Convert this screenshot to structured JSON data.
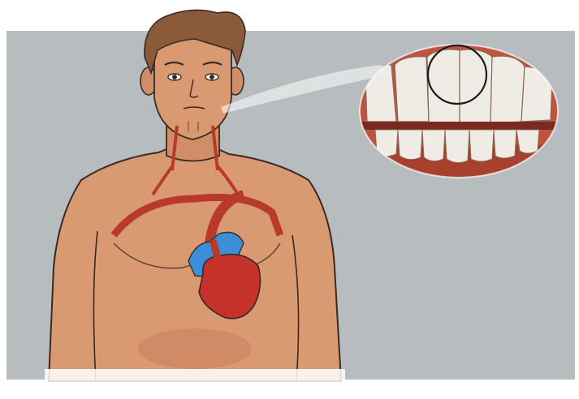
{
  "illustration": {
    "subjects": [
      "man-torso",
      "heart",
      "arteries",
      "teeth-magnified",
      "gum-line"
    ],
    "colors": {
      "background_panel": "#b7bcbf",
      "page": "#ffffff",
      "skin": "#d99a72",
      "skin_shadow": "#c9805c",
      "hair": "#8a5a3a",
      "artery_red": "#b93a2a",
      "heart_red": "#c4322a",
      "vein_blue": "#3b8fd8",
      "gum": "#c0533f",
      "tooth": "#efece6",
      "outline": "#3a2a22"
    }
  }
}
